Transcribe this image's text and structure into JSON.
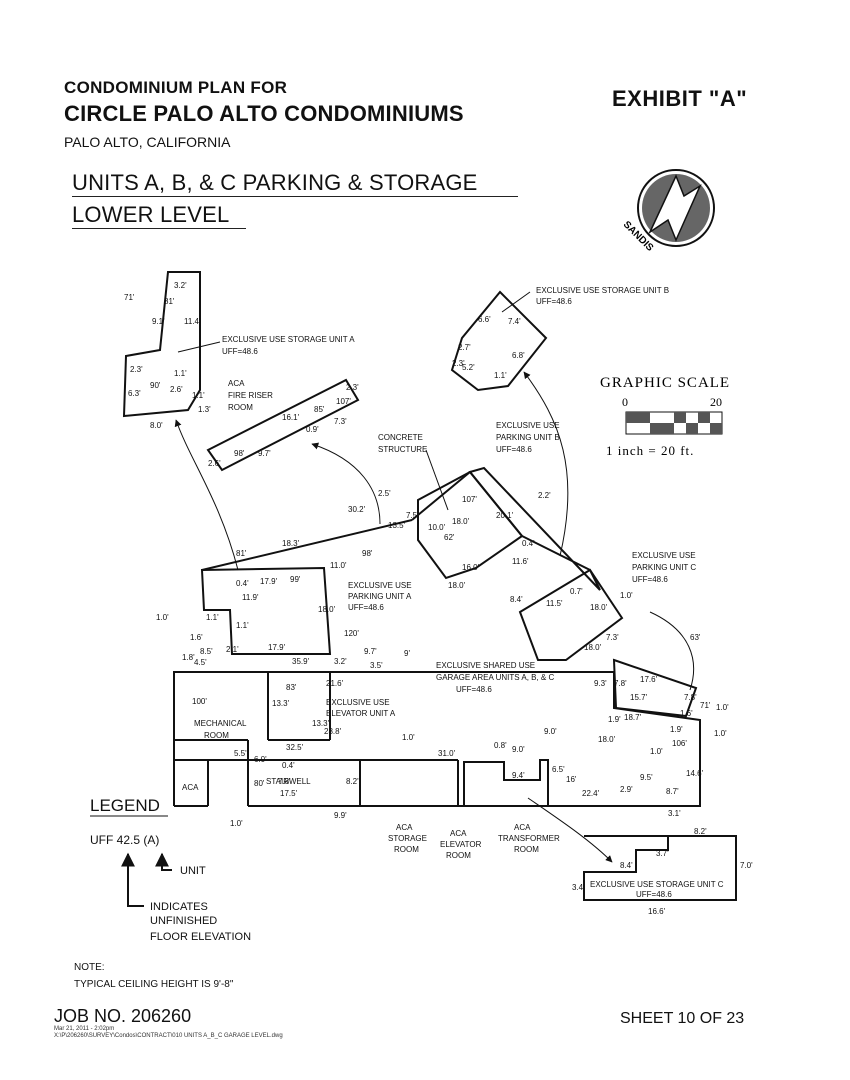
{
  "header": {
    "line1": "CONDOMINIUM PLAN FOR",
    "line2": "CIRCLE PALO ALTO CONDOMINIUMS",
    "line3": "PALO ALTO, CALIFORNIA",
    "exhibit": "EXHIBIT \"A\"",
    "subtitle1": "UNITS A, B, & C PARKING & STORAGE",
    "subtitle2": "LOWER LEVEL"
  },
  "logo": {
    "text": "SANDIS",
    "icon": "north-arrow-logo-icon"
  },
  "graphic_scale": {
    "title": "GRAPHIC SCALE",
    "start": "0",
    "end": "20",
    "ratio": "1 inch = 20 ft."
  },
  "labels": {
    "storage_a": "EXCLUSIVE USE STORAGE UNIT A",
    "storage_a_uff": "UFF=48.6",
    "storage_b": "EXCLUSIVE USE STORAGE UNIT B",
    "storage_b_uff": "UFF=48.6",
    "fire_riser_1": "ACA",
    "fire_riser_2": "FIRE RISER",
    "fire_riser_3": "ROOM",
    "concrete_1": "CONCRETE",
    "concrete_2": "STRUCTURE",
    "parking_b_1": "EXCLUSIVE USE",
    "parking_b_2": "PARKING UNIT B",
    "parking_b_3": "UFF=48.6",
    "parking_a_1": "EXCLUSIVE USE",
    "parking_a_2": "PARKING UNIT A",
    "parking_a_3": "UFF=48.6",
    "parking_c_1": "EXCLUSIVE USE",
    "parking_c_2": "PARKING UNIT C",
    "parking_c_3": "UFF=48.6",
    "garage_1": "EXCLUSIVE SHARED USE",
    "garage_2": "GARAGE AREA UNITS A, B, & C",
    "garage_3": "UFF=48.6",
    "elevator_1": "EXCLUSIVE USE",
    "elevator_2": "ELEVATOR UNIT A",
    "mechanical_1": "MECHANICAL",
    "mechanical_2": "ROOM",
    "aca": "ACA",
    "stairwell": "STAIRWELL",
    "aca_storage_1": "ACA",
    "aca_storage_2": "STORAGE",
    "aca_storage_3": "ROOM",
    "aca_elevator_1": "ACA",
    "aca_elevator_2": "ELEVATOR",
    "aca_elevator_3": "ROOM",
    "aca_transformer_1": "ACA",
    "aca_transformer_2": "TRANSFORMER",
    "aca_transformer_3": "ROOM",
    "storage_c": "EXCLUSIVE USE STORAGE UNIT C",
    "storage_c_uff": "UFF=48.6"
  },
  "dimensions": {
    "d_3_2": "3.2'",
    "d_71": "71'",
    "d_81": "81'",
    "d_9_1": "9.1'",
    "d_11_4": "11.4'",
    "d_2_3": "2.3'",
    "d_1_1": "1.1'",
    "d_6_3": "6.3'",
    "d_90": "90'",
    "d_2_6": "2.6'",
    "d_1_1b": "1.1'",
    "d_1_3": "1.3'",
    "d_8_0": "8.0'",
    "d_6_6": "6.6'",
    "d_7_4": "7.4'",
    "d_2_7": "2.7'",
    "d_5_2": "5.2'",
    "d_2_3b": "2.3'",
    "d_1_1c": "1.1'",
    "d_6_8": "6.8'",
    "d_2_3c": "2.3'",
    "d_107": "107'",
    "d_16_1": "16.1'",
    "d_85": "85'",
    "d_0_9": "0.9'",
    "d_7_3": "7.3'",
    "d_98": "98'",
    "d_9_7": "9.7'",
    "d_2_6b": "2.6'",
    "d_30_2": "30.2'",
    "d_2_5": "2.5'",
    "d_13_5": "13.5'",
    "d_7_5": "7.5'",
    "d_10_0": "10.0'",
    "d_18_0": "18.0'",
    "d_107b": "107'",
    "d_62": "62'",
    "d_16_0": "16.0'",
    "d_18_0b": "18.0'",
    "d_20_1": "20.1'",
    "d_2_2": "2.2'",
    "d_11_6": "11.6'",
    "d_0_4": "0.4'",
    "d_8_4": "8.4'",
    "d_0_7": "0.7'",
    "d_11_5": "11.5'",
    "d_18_0c": "18.0'",
    "d_1_0": "1.0'",
    "d_7_3b": "7.3'",
    "d_18_0d": "18.0'",
    "d_18_3": "18.3'",
    "d_81b": "81'",
    "d_98b": "98'",
    "d_11_0": "11.0'",
    "d_0_4b": "0.4'",
    "d_17_9": "17.9'",
    "d_99": "99'",
    "d_11_9": "11.9'",
    "d_18_0e": "18.0'",
    "d_1_0b": "1.0'",
    "d_1_1d": "1.1'",
    "d_1_6": "1.6'",
    "d_1_1e": "1.1'",
    "d_8_5": "8.5'",
    "d_4_5": "4.5'",
    "d_1_8": "1.8'",
    "d_2_1": "2.1'",
    "d_17_9b": "17.9'",
    "d_35_9": "35.9'",
    "d_120": "120'",
    "d_9_7b": "9.7'",
    "d_3_2b": "3.2'",
    "d_3_5": "3.5'",
    "d_9": "9'",
    "d_100": "100'",
    "d_21_6": "21.6'",
    "d_83": "83'",
    "d_13_3": "13.3'",
    "d_13_3b": "13.3'",
    "d_28_8": "28.8'",
    "d_1_0c": "1.0'",
    "d_32_5": "32.5'",
    "d_5_5": "5.5'",
    "d_6_0": "6.0'",
    "d_0_4c": "0.4'",
    "d_80": "80'",
    "d_7_8": "7.8'",
    "d_17_5": "17.5'",
    "d_8_2": "8.2'",
    "d_31_0": "31.0'",
    "d_0_8": "0.8'",
    "d_9_0": "9.0'",
    "d_9_4": "9.4'",
    "d_6_5": "6.5'",
    "d_16": "16'",
    "d_22_4": "22.4'",
    "d_2_9": "2.9'",
    "d_9_5": "9.5'",
    "d_1_0d": "1.0'",
    "d_9_9": "9.9'",
    "d_18_0f": "18.0'",
    "d_9_0b": "9.0'",
    "d_1_0e": "1.0'",
    "d_3_1": "3.1'",
    "d_8_7": "8.7'",
    "d_14_6": "14.6'",
    "d_106": "106'",
    "d_1_0f": "1.0'",
    "d_1_9": "1.9'",
    "d_18_7": "18.7'",
    "d_1_9b": "1.9'",
    "d_15_7": "15.7'",
    "d_17_6": "17.6'",
    "d_7_8b": "7.8'",
    "d_7_8c": "7.8'",
    "d_9_3": "9.3'",
    "d_71b": "71'",
    "d_1_6b": "1.6'",
    "d_1_0g": "1.0'",
    "d_63": "63'",
    "d_8_2b": "8.2'",
    "d_3_7": "3.7'",
    "d_8_4b": "8.4'",
    "d_3_4": "3.4'",
    "d_7_0": "7.0'",
    "d_16_6": "16.6'"
  },
  "legend": {
    "title": "LEGEND",
    "sample": "UFF 42.5 (A)",
    "unit": "UNIT",
    "indicates_1": "INDICATES",
    "indicates_2": "UNFINISHED",
    "indicates_3": "FLOOR ELEVATION"
  },
  "note": {
    "title": "NOTE:",
    "text": "TYPICAL CEILING HEIGHT IS 9'-8\""
  },
  "footer": {
    "job": "JOB NO. 206260",
    "date": "Mar 21, 2011 - 2:02pm",
    "path": "X:\\P\\206260\\SURVEY\\Condos\\CONTRACT\\010 UNITS A_B_C GARAGE LEVEL.dwg",
    "sheet": "SHEET 10 OF 23"
  }
}
